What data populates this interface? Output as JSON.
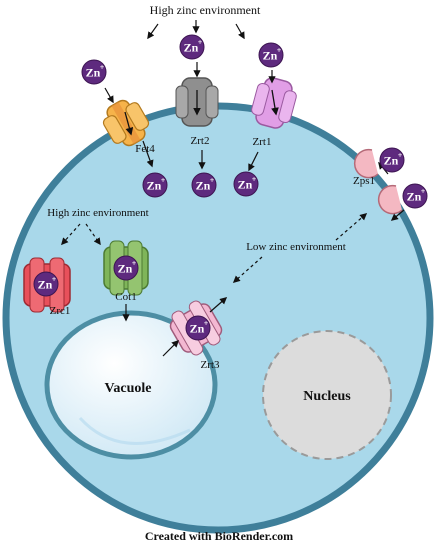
{
  "labels": {
    "top_env": "High zinc environment",
    "inner_env": "High zinc environment",
    "low_env": "Low zinc environment",
    "fet4": "Fet4",
    "zrt2": "Zrt2",
    "zrt1": "Zrt1",
    "zps1": "Zps1",
    "zrc1": "Zrc1",
    "cot1": "Cot1",
    "zrt3": "Zrt3",
    "vacuole": "Vacuole",
    "nucleus": "Nucleus",
    "credit": "Created with BioRender.com"
  },
  "ion": {
    "symbol": "Zn",
    "charge": "+"
  },
  "colors": {
    "cell_fill": "#a9d8ea",
    "cell_stroke": "#3f7f9a",
    "ion_fill": "#5e2a7e",
    "vacuole_fill": "#e8f4fb",
    "nucleus_fill": "#dcdcdc",
    "fet4": "#f6b34a",
    "zrt2": "#8f8f8f",
    "zrt1": "#e19ee6",
    "zps1": "#f4b8c2",
    "zrc1": "#e8505b",
    "cot1": "#7fb55a",
    "zrt3": "#f3b8d2"
  }
}
